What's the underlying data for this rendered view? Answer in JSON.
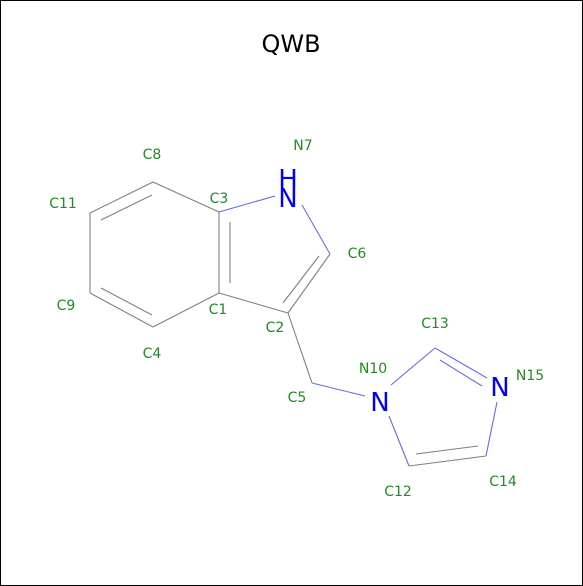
{
  "title": "QWB",
  "colors": {
    "carbon_label": "#228b22",
    "nitrogen": "#0000ff",
    "bond": "#808080",
    "n_bond": "#6a6aee",
    "border": "#000000"
  },
  "atom_labels": {
    "c1": "C1",
    "c2": "C2",
    "c3": "C3",
    "c4": "C4",
    "c5": "C5",
    "c6": "C6",
    "n7": "N7",
    "c8": "C8",
    "c9": "C9",
    "n10": "N10",
    "c11": "C11",
    "c12": "C12",
    "c13": "C13",
    "c14": "C14",
    "n15": "N15"
  },
  "element_symbols": {
    "n7_h": "H",
    "n7": "N",
    "n10": "N",
    "n15": "N"
  }
}
